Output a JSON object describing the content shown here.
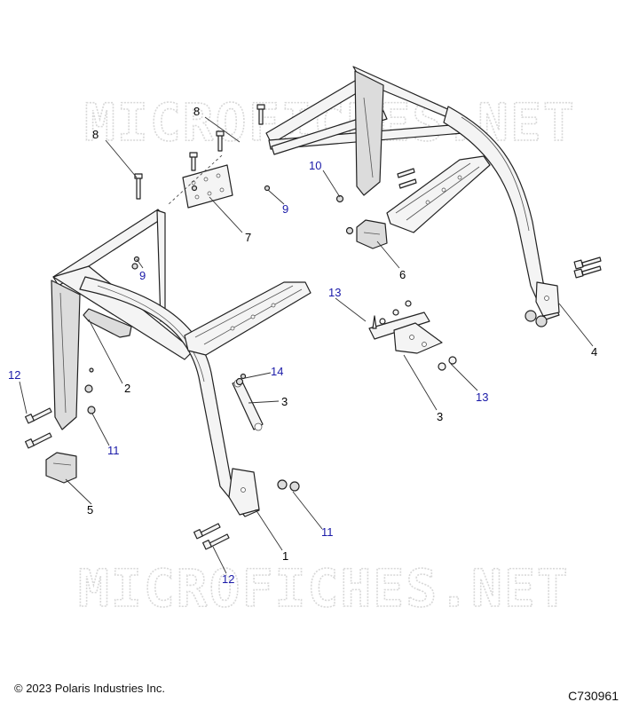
{
  "watermark": "MICROFICHES.NET",
  "copyright": "© 2023 Polaris Industries Inc.",
  "figure_code": "C730961",
  "callouts": [
    {
      "id": "c1",
      "label": "1",
      "color": "#000000"
    },
    {
      "id": "c2",
      "label": "2",
      "color": "#000000"
    },
    {
      "id": "c3a",
      "label": "3",
      "color": "#000000"
    },
    {
      "id": "c3b",
      "label": "3",
      "color": "#000000"
    },
    {
      "id": "c4",
      "label": "4",
      "color": "#000000"
    },
    {
      "id": "c5",
      "label": "5",
      "color": "#000000"
    },
    {
      "id": "c6",
      "label": "6",
      "color": "#000000"
    },
    {
      "id": "c7",
      "label": "7",
      "color": "#000000"
    },
    {
      "id": "c8a",
      "label": "8",
      "color": "#000000"
    },
    {
      "id": "c8b",
      "label": "8",
      "color": "#000000"
    },
    {
      "id": "c9a",
      "label": "9",
      "color": "#1a1aa8"
    },
    {
      "id": "c9b",
      "label": "9",
      "color": "#1a1aa8"
    },
    {
      "id": "c10",
      "label": "10",
      "color": "#1a1aa8"
    },
    {
      "id": "c11a",
      "label": "11",
      "color": "#1a1aa8"
    },
    {
      "id": "c11b",
      "label": "11",
      "color": "#1a1aa8"
    },
    {
      "id": "c12a",
      "label": "12",
      "color": "#1a1aa8"
    },
    {
      "id": "c12b",
      "label": "12",
      "color": "#1a1aa8"
    },
    {
      "id": "c13a",
      "label": "13",
      "color": "#1a1aa8"
    },
    {
      "id": "c13b",
      "label": "13",
      "color": "#1a1aa8"
    },
    {
      "id": "c14",
      "label": "14",
      "color": "#1a1aa8"
    }
  ]
}
